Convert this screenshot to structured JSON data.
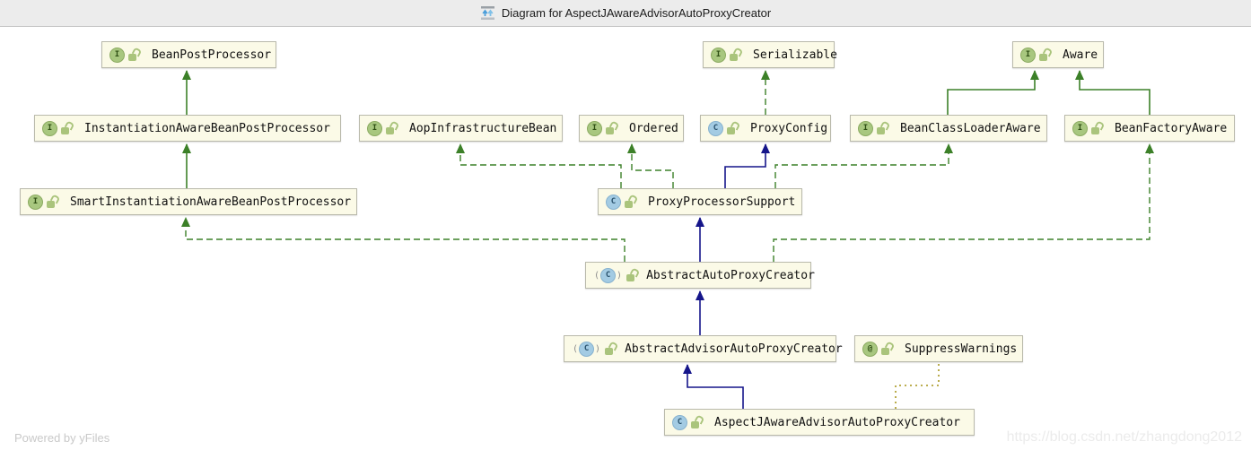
{
  "app": {
    "title": "Diagram for AspectJAwareAdvisorAutoProxyCreator",
    "title_icon": "diagram-icon"
  },
  "colors": {
    "node_fill": "#fbfae7",
    "node_border": "#b9b9ab",
    "interface_badge_green": "#a8c77f",
    "class_badge_blue": "#a3cbe3",
    "edge_green": "#3c8028",
    "edge_blue": "#15158a",
    "edge_annotation_olive": "#b3a339",
    "titlebar_bg": "#ececec"
  },
  "nodes": [
    {
      "label": "BeanPostProcessor",
      "kind": "interface",
      "icon": "I"
    },
    {
      "label": "Serializable",
      "kind": "interface",
      "icon": "I"
    },
    {
      "label": "Aware",
      "kind": "interface",
      "icon": "I"
    },
    {
      "label": "InstantiationAwareBeanPostProcessor",
      "kind": "interface",
      "icon": "I"
    },
    {
      "label": "AopInfrastructureBean",
      "kind": "interface",
      "icon": "I"
    },
    {
      "label": "Ordered",
      "kind": "interface",
      "icon": "I"
    },
    {
      "label": "ProxyConfig",
      "kind": "class",
      "icon": "C"
    },
    {
      "label": "BeanClassLoaderAware",
      "kind": "interface",
      "icon": "I"
    },
    {
      "label": "BeanFactoryAware",
      "kind": "interface",
      "icon": "I"
    },
    {
      "label": "SmartInstantiationAwareBeanPostProcessor",
      "kind": "interface",
      "icon": "I"
    },
    {
      "label": "ProxyProcessorSupport",
      "kind": "class",
      "icon": "C"
    },
    {
      "label": "AbstractAutoProxyCreator",
      "kind": "abstract-class",
      "icon": "C"
    },
    {
      "label": "AbstractAdvisorAutoProxyCreator",
      "kind": "abstract-class",
      "icon": "C"
    },
    {
      "label": "SuppressWarnings",
      "kind": "annotation",
      "icon": "@"
    },
    {
      "label": "AspectJAwareAdvisorAutoProxyCreator",
      "kind": "class",
      "icon": "C"
    }
  ],
  "edges": [
    {
      "from": "InstantiationAwareBeanPostProcessor",
      "to": "BeanPostProcessor",
      "type": "extends-interface"
    },
    {
      "from": "SmartInstantiationAwareBeanPostProcessor",
      "to": "InstantiationAwareBeanPostProcessor",
      "type": "extends-interface"
    },
    {
      "from": "ProxyConfig",
      "to": "Serializable",
      "type": "implements"
    },
    {
      "from": "BeanClassLoaderAware",
      "to": "Aware",
      "type": "extends-interface"
    },
    {
      "from": "BeanFactoryAware",
      "to": "Aware",
      "type": "extends-interface"
    },
    {
      "from": "ProxyProcessorSupport",
      "to": "AopInfrastructureBean",
      "type": "implements"
    },
    {
      "from": "ProxyProcessorSupport",
      "to": "Ordered",
      "type": "implements"
    },
    {
      "from": "ProxyProcessorSupport",
      "to": "ProxyConfig",
      "type": "extends"
    },
    {
      "from": "ProxyProcessorSupport",
      "to": "BeanClassLoaderAware",
      "type": "implements"
    },
    {
      "from": "AbstractAutoProxyCreator",
      "to": "SmartInstantiationAwareBeanPostProcessor",
      "type": "implements"
    },
    {
      "from": "AbstractAutoProxyCreator",
      "to": "BeanFactoryAware",
      "type": "implements"
    },
    {
      "from": "AbstractAutoProxyCreator",
      "to": "ProxyProcessorSupport",
      "type": "extends"
    },
    {
      "from": "AbstractAdvisorAutoProxyCreator",
      "to": "AbstractAutoProxyCreator",
      "type": "extends"
    },
    {
      "from": "AspectJAwareAdvisorAutoProxyCreator",
      "to": "AbstractAdvisorAutoProxyCreator",
      "type": "extends"
    },
    {
      "from": "AspectJAwareAdvisorAutoProxyCreator",
      "to": "SuppressWarnings",
      "type": "annotation"
    }
  ],
  "watermarks": {
    "powered_by": "Powered by yFiles",
    "url": "https://blog.csdn.net/zhangdong2012"
  }
}
